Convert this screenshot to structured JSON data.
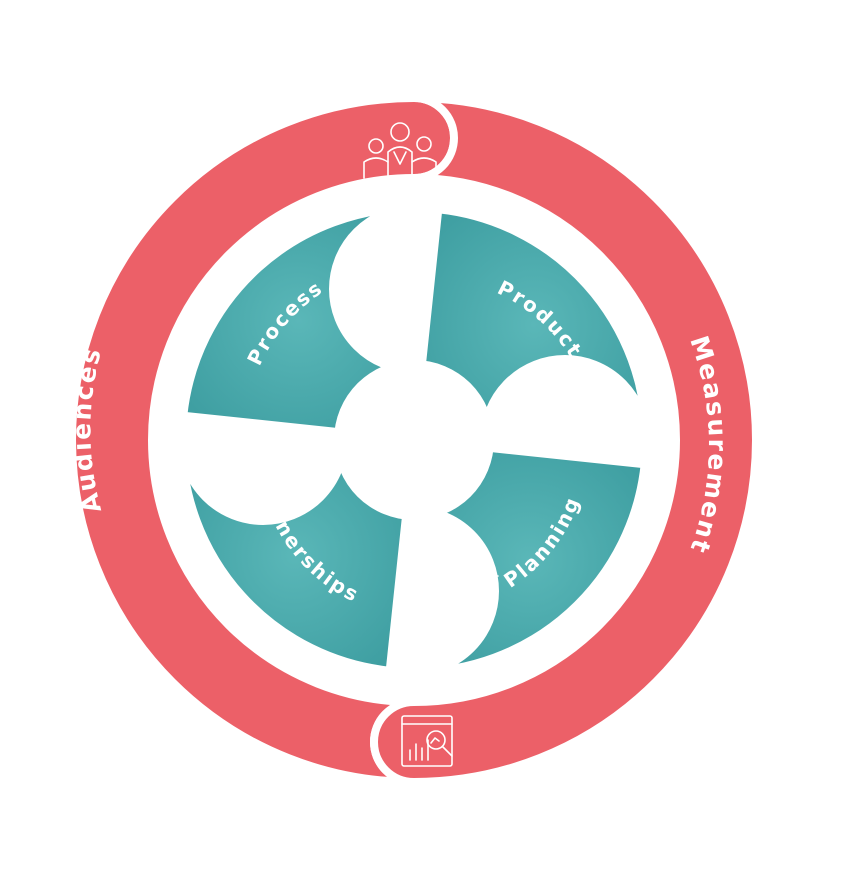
{
  "colors": {
    "outer_ring": "#ec6068",
    "inner_segments": "#3f9fa2",
    "inner_highlight": "#5ab7b8",
    "background": "#ffffff",
    "text": "#ffffff"
  },
  "outer_ring": {
    "labels": {
      "left": "Audiences",
      "right": "Measurement"
    },
    "icons": {
      "top": "people-group-icon",
      "bottom": "analytics-dashboard-icon"
    }
  },
  "inner_segments": [
    {
      "label": "Process",
      "icon": "checklist-pencil-icon"
    },
    {
      "label": "Product",
      "icon": "wrench-cycle-icon"
    },
    {
      "label": "Planning",
      "icon": "gears-icon"
    },
    {
      "label": "Parnerships",
      "icon": "handshake-icon"
    }
  ]
}
